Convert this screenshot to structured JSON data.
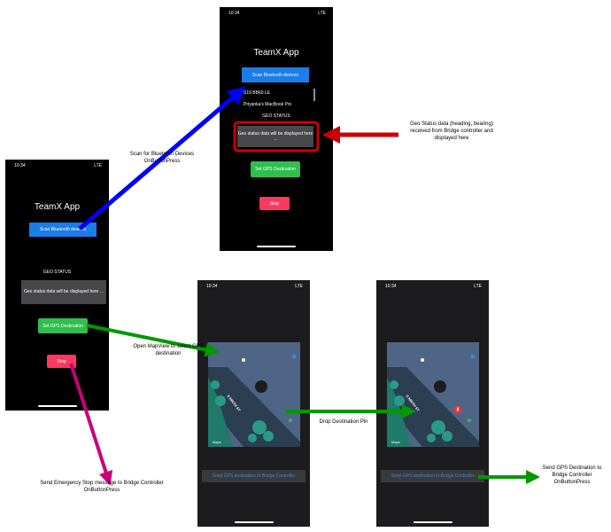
{
  "app_title": "TeamX App",
  "status_time": "10:34",
  "status_signal": "LTE",
  "scan_button": "Scan Bluetooth devices",
  "devices": [
    "S19 BB60 LE",
    "Priyanka's MacBook Pro"
  ],
  "geo_status_label": "GEO STATUS",
  "geo_status_placeholder": "Geo status data will be displayed here ...",
  "set_gps_button": "Set GPS Destination",
  "stop_button": "Stop",
  "send_gps_button": "Send GPS destination to Bridge Controller",
  "map": {
    "street_label": "S NINTH ST",
    "maps_logo": "Maps"
  },
  "annotations": {
    "scan": "Scan for Bluetooth Devices OnButtonPress",
    "geo_status": "Geo Status data (heading, bearing) received from Bridge controller and displayed here",
    "open_map": "Open MapView to select GPS destination",
    "drop_pin": "Drop Destination Pin",
    "emergency_stop": "Send Emergency Stop message to Bridge Controller OnButtonPress",
    "send_gps": "Send GPS Destination to Bridge Controller OnButtonPress"
  },
  "colors": {
    "blue_arrow": "#0000ff",
    "red_arrow": "#cc0000",
    "green_arrow": "#009900",
    "magenta_arrow": "#cc0077"
  }
}
